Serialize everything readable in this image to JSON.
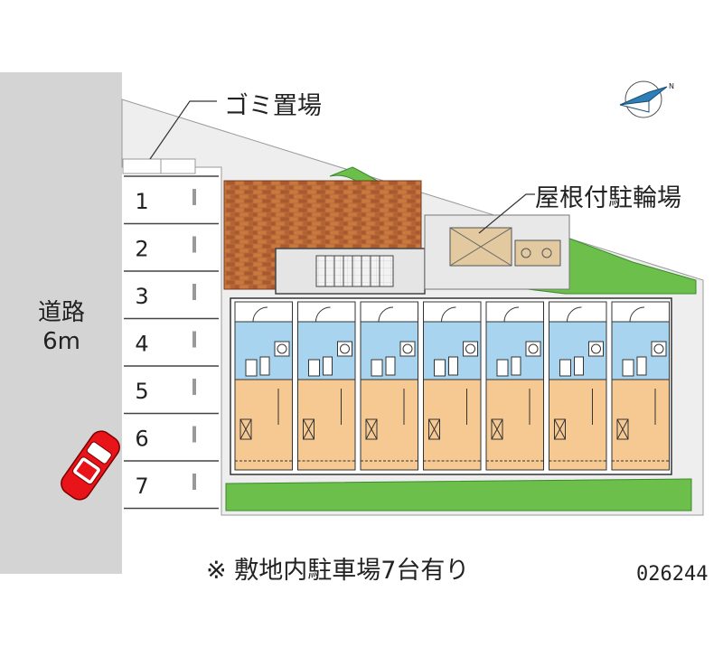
{
  "road": {
    "name": "道路",
    "width": "6m"
  },
  "labels": {
    "garbage": "ゴミ置場",
    "bike_parking": "屋根付駐輪場"
  },
  "parking_spaces": [
    "1",
    "2",
    "3",
    "4",
    "5",
    "6",
    "7"
  ],
  "footer": {
    "note": "※ 敷地内駐車場7台有り",
    "code": "026244"
  },
  "compass": {
    "north_mark": "N"
  },
  "units_count": 7,
  "colors": {
    "road": "#d4d4d4",
    "site": "#eeeeee",
    "greenery": "#6bbf4a",
    "brick": "#b86a3a",
    "wet_area": "#a9d4ef",
    "room": "#f6c993",
    "car": "#e8141a"
  }
}
